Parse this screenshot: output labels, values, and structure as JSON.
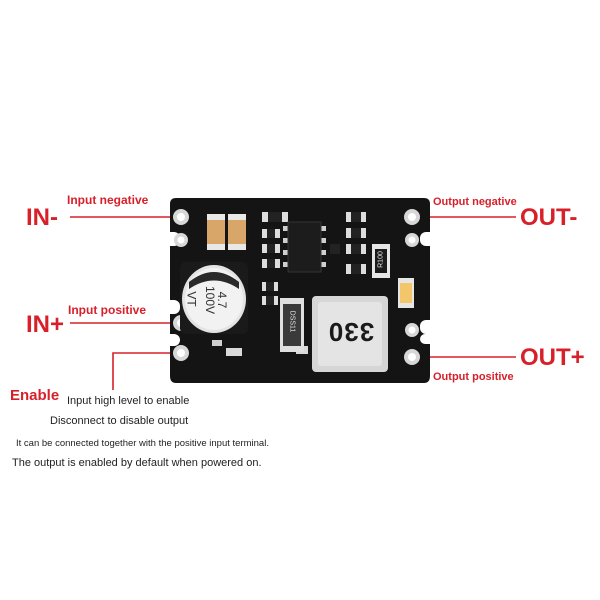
{
  "labels": {
    "in_minus": "IN-",
    "in_plus": "IN+",
    "out_minus": "OUT-",
    "out_plus": "OUT+",
    "enable": "Enable",
    "input_negative": "Input negative",
    "input_positive": "Input positive",
    "output_negative": "Output negative",
    "output_positive": "Output positive"
  },
  "notes": {
    "enable_high": "Input high level to enable",
    "enable_disconnect": "Disconnect to disable output",
    "connect_note": "It can be connected together with the positive input terminal.",
    "default_note": "The output is enabled by default when powered on."
  },
  "components": {
    "capacitor_value": "4.7",
    "capacitor_voltage": "100V",
    "capacitor_series": "VT",
    "inductor_code": "330",
    "diode_code": "DSS11",
    "resistor_code": "R100"
  },
  "colors": {
    "accent_red": "#d8202a",
    "pcb_black": "#141414",
    "pad_silver": "#d7d7d7"
  }
}
